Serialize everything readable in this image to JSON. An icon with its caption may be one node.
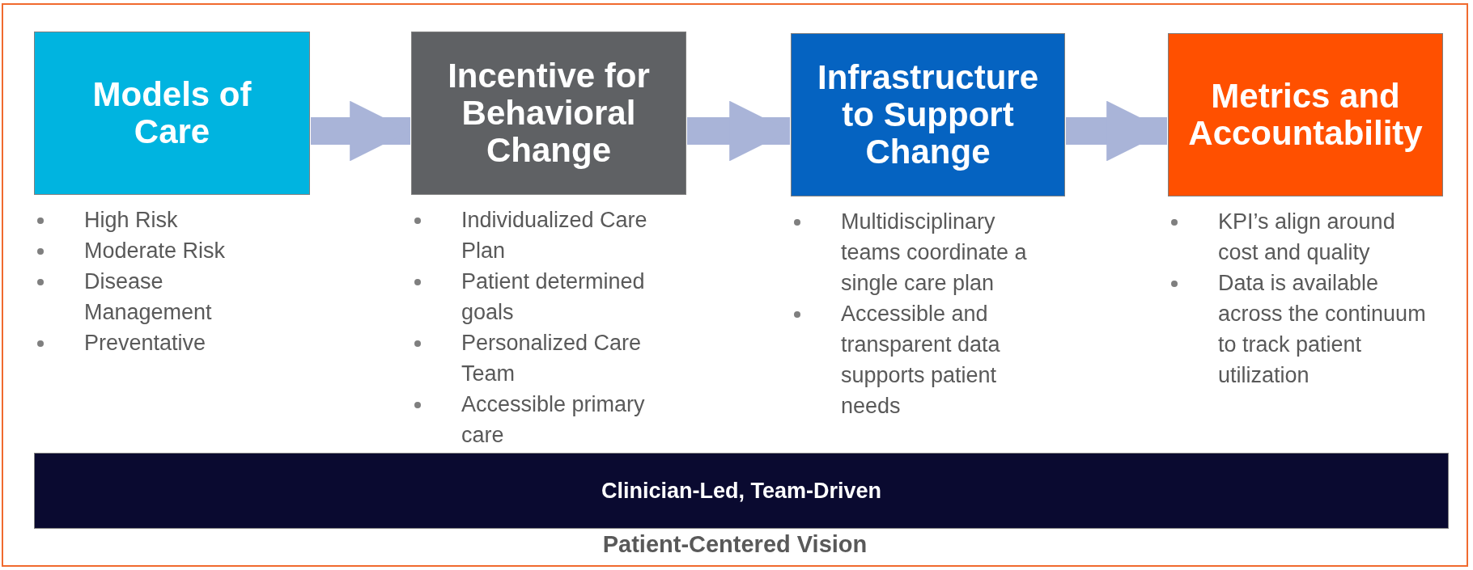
{
  "diagram": {
    "nodes": [
      {
        "text": [
          "Patient-Centered Vision"
        ]
      },
      {
        "text": [
          "Models of Care"
        ],
        "in": 0,
        "beside": [
          "High Risk",
          "Moderate Risk",
          "Disease Management",
          "Preventative"
        ]
      },
      {
        "text": [
          "Incentive for Behavioral Change"
        ],
        "in": 0,
        "beside": [
          "Individualized Care Plan",
          "Patient determined goals",
          "Personalized Care Team",
          "Accessible primary care"
        ]
      },
      {
        "text": [
          "Infrastructure to Support Change"
        ],
        "in": 0,
        "beside": [
          "Multidisciplinary teams coordinate a single care plan",
          "Accessible and transparent data supports patient needs"
        ]
      },
      {
        "text": [
          "Metrics and Accountability"
        ],
        "in": 0,
        "beside": [
          "KPI’s align around cost and quality",
          "Data is available across the continuum to track patient utilization"
        ]
      },
      {
        "text": [
          "Clinician-Led, Team-Driven"
        ],
        "in": 0
      }
    ],
    "edges": [
      {
        "from": 1,
        "to": 2,
        "arrow": "to"
      },
      {
        "from": 2,
        "to": 3,
        "arrow": "to"
      },
      {
        "from": 3,
        "to": 4,
        "arrow": "to"
      }
    ]
  }
}
